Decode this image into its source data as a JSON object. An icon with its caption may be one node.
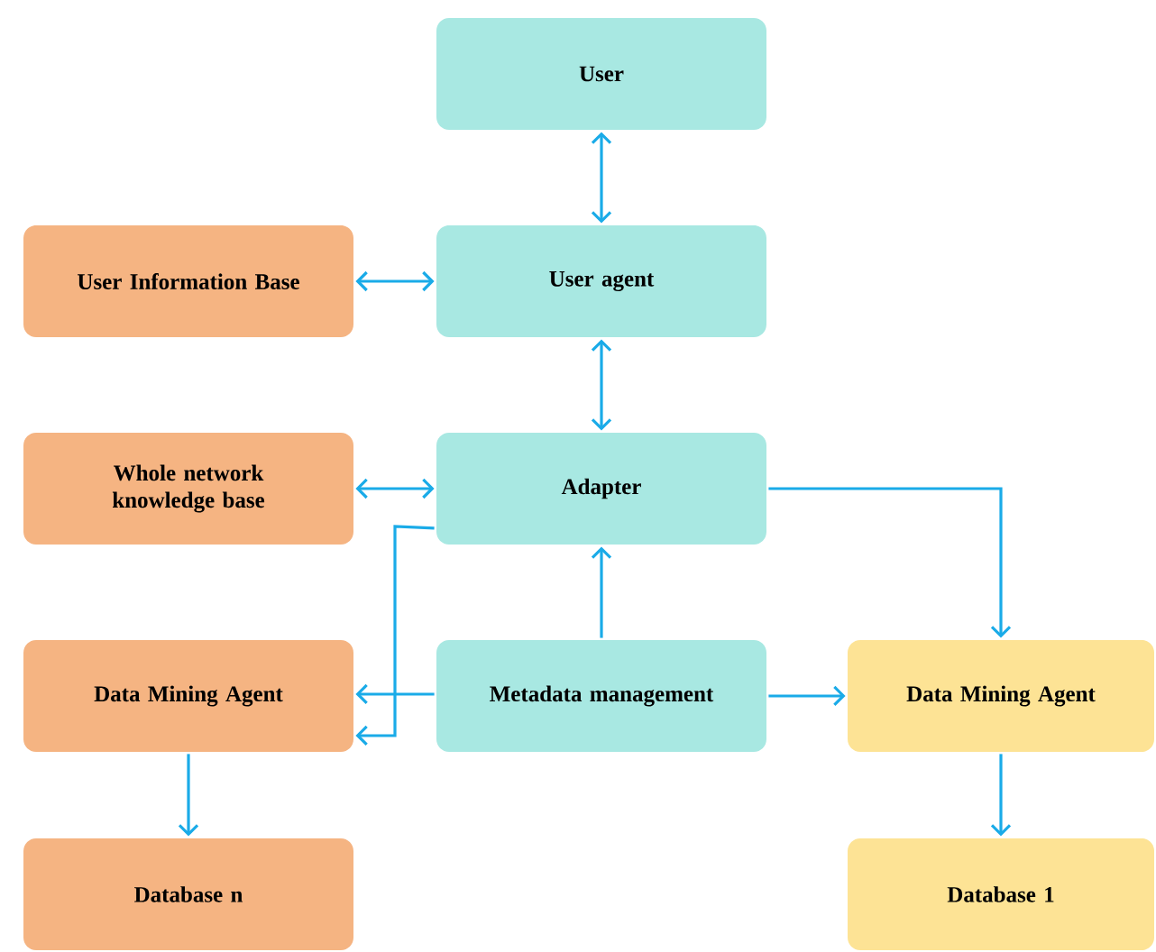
{
  "diagram": {
    "nodes": [
      {
        "text": [
          "User"
        ]
      },
      {
        "text": [
          "User Information Base"
        ]
      },
      {
        "text": [
          "User agent"
        ]
      },
      {
        "text": [
          "Whole network knowledge base"
        ]
      },
      {
        "text": [
          "Adapter"
        ]
      },
      {
        "text": [
          "Data Mining Agent"
        ]
      },
      {
        "text": [
          "Metadata management"
        ]
      },
      {
        "text": [
          "Data Mining Agent"
        ]
      },
      {
        "text": [
          "Database n"
        ]
      },
      {
        "text": [
          "Database 1"
        ]
      }
    ],
    "edges": [
      {
        "from": 0,
        "to": 2,
        "arrow": "both"
      },
      {
        "from": 1,
        "to": 2,
        "arrow": "both"
      },
      {
        "from": 2,
        "to": 4,
        "arrow": "both"
      },
      {
        "from": 3,
        "to": 4,
        "arrow": "both"
      },
      {
        "from": 4,
        "to": 7,
        "arrow": "to"
      },
      {
        "from": 4,
        "to": 5,
        "arrow": "to"
      },
      {
        "from": 6,
        "to": 4,
        "arrow": "to"
      },
      {
        "from": 6,
        "to": 5,
        "arrow": "to"
      },
      {
        "from": 6,
        "to": 7,
        "arrow": "to"
      },
      {
        "from": 5,
        "to": 8,
        "arrow": "to"
      },
      {
        "from": 7,
        "to": 9,
        "arrow": "to"
      }
    ]
  }
}
